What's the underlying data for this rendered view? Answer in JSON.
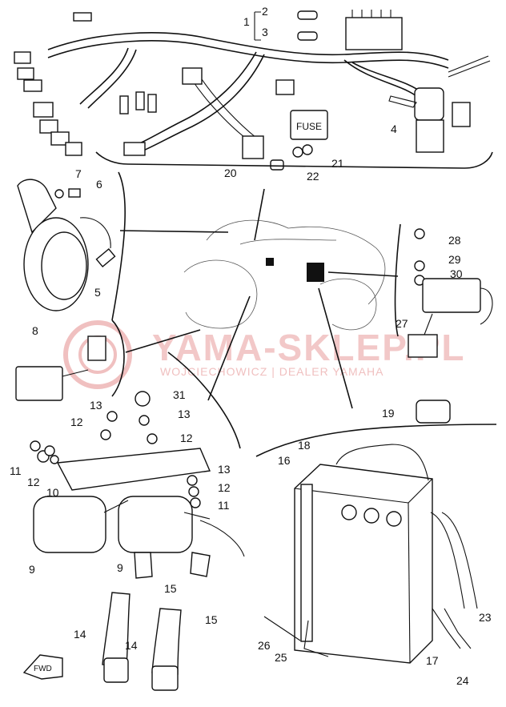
{
  "watermark": {
    "title": "YAMA-SKLEP.PL",
    "subtitle": "WOJCIECHOWICZ | DEALER YAMAHA",
    "color": "#e8a0a0"
  },
  "labels": {
    "l1": "1",
    "l2": "2",
    "l3": "3",
    "l4": "4",
    "l5": "5",
    "l6": "6",
    "l7": "7",
    "l8": "8",
    "l9a": "9",
    "l9b": "9",
    "l10": "10",
    "l11a": "11",
    "l11b": "11",
    "l12a": "12",
    "l12b": "12",
    "l12c": "12",
    "l12d": "12",
    "l13a": "13",
    "l13b": "13",
    "l13c": "13",
    "l14a": "14",
    "l14b": "14",
    "l15a": "15",
    "l15b": "15",
    "l16": "16",
    "l17": "17",
    "l18": "18",
    "l19": "19",
    "l20": "20",
    "l21": "21",
    "l22": "22",
    "l23": "23",
    "l24": "24",
    "l25": "25",
    "l26": "26",
    "l27": "27",
    "l28": "28",
    "l29": "29",
    "l30": "30",
    "l31": "31"
  },
  "fuse_box_text": "FUSE",
  "fwd_text": "FWD"
}
